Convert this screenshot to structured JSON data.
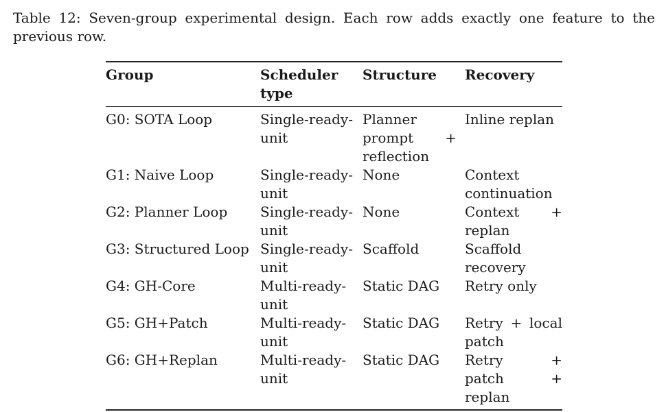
{
  "caption": "Table 12: Seven-group experimental design. Each row adds exactly one feature to the previous row.",
  "table": {
    "headers": [
      "Group",
      "Scheduler type",
      "Structure",
      "Recovery"
    ],
    "rows": [
      [
        "G0: SOTA Loop",
        "Single-ready-unit",
        "Planner prompt + reflection",
        "Inline replan"
      ],
      [
        "G1: Naive Loop",
        "Single-ready-unit",
        "None",
        "Context continuation"
      ],
      [
        "G2: Planner Loop",
        "Single-ready-unit",
        "None",
        "Context + replan"
      ],
      [
        "G3: Structured Loop",
        "Single-ready-unit",
        "Scaffold",
        "Scaffold recovery"
      ],
      [
        "G4: GH-Core",
        "Multi-ready-unit",
        "Static DAG",
        "Retry only"
      ],
      [
        "G5: GH+Patch",
        "Multi-ready-unit",
        "Static DAG",
        "Retry + local patch"
      ],
      [
        "G6: GH+Replan",
        "Multi-ready-unit",
        "Static DAG",
        "Retry + patch + replan"
      ]
    ]
  }
}
